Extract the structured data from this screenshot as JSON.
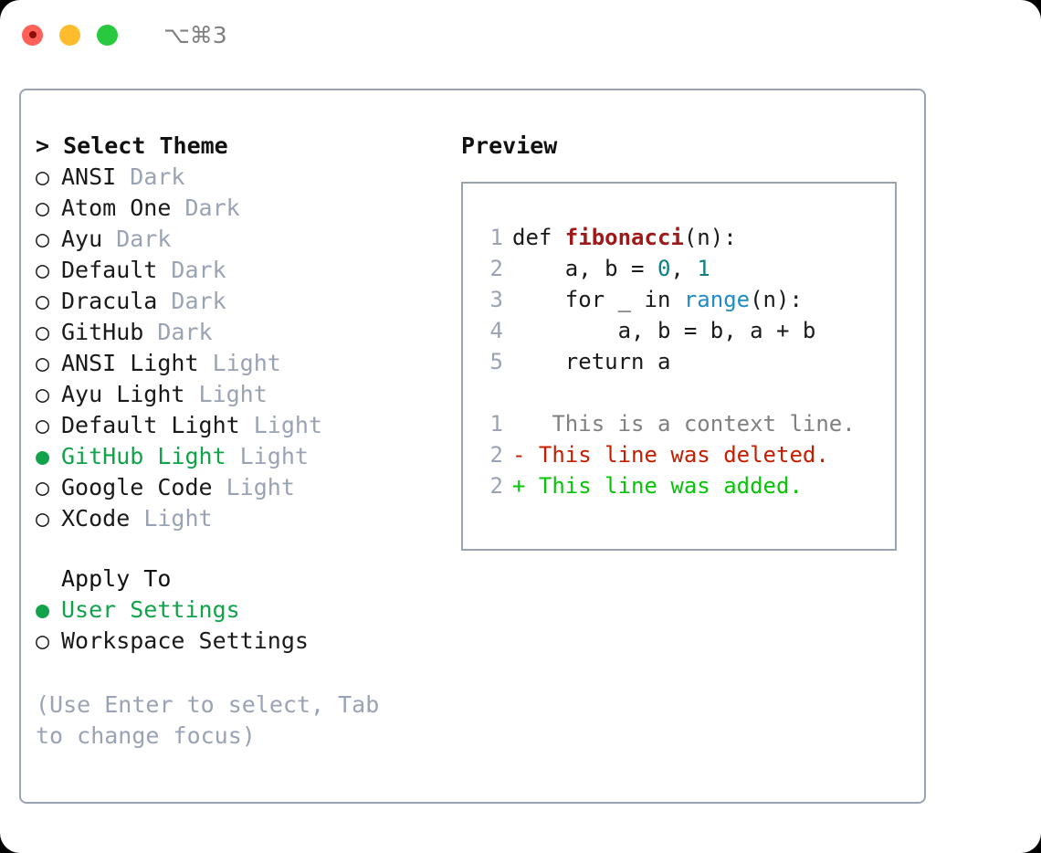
{
  "titlebar": {
    "shortcut": "⌥⌘3",
    "lights": [
      {
        "name": "close",
        "color": "#ff6159"
      },
      {
        "name": "minimize",
        "color": "#ffbd2e"
      },
      {
        "name": "maximize",
        "color": "#28c93f"
      }
    ]
  },
  "theme_list": {
    "header": "> Select Theme",
    "items": [
      {
        "marker": "○",
        "label": "ANSI",
        "tag": "Dark",
        "selected": false
      },
      {
        "marker": "○",
        "label": "Atom One",
        "tag": "Dark",
        "selected": false
      },
      {
        "marker": "○",
        "label": "Ayu",
        "tag": "Dark",
        "selected": false
      },
      {
        "marker": "○",
        "label": "Default",
        "tag": "Dark",
        "selected": false
      },
      {
        "marker": "○",
        "label": "Dracula",
        "tag": "Dark",
        "selected": false
      },
      {
        "marker": "○",
        "label": "GitHub",
        "tag": "Dark",
        "selected": false
      },
      {
        "marker": "○",
        "label": "ANSI Light",
        "tag": "Light",
        "selected": false
      },
      {
        "marker": "○",
        "label": "Ayu Light",
        "tag": "Light",
        "selected": false
      },
      {
        "marker": "○",
        "label": "Default Light",
        "tag": "Light",
        "selected": false
      },
      {
        "marker": "●",
        "label": "GitHub Light",
        "tag": "Light",
        "selected": true
      },
      {
        "marker": "○",
        "label": "Google Code",
        "tag": "Light",
        "selected": false
      },
      {
        "marker": "○",
        "label": "XCode",
        "tag": "Light",
        "selected": false
      }
    ]
  },
  "apply_to": {
    "header": "Apply To",
    "items": [
      {
        "marker": "●",
        "label": "User Settings",
        "selected": true
      },
      {
        "marker": "○",
        "label": "Workspace Settings",
        "selected": false
      }
    ]
  },
  "hint": "(Use Enter to select, Tab to change focus)",
  "preview": {
    "title": "Preview",
    "code_lines": [
      {
        "no": "1",
        "tokens": [
          {
            "t": "def ",
            "k": "def"
          },
          {
            "t": "fibonacci",
            "k": "fn"
          },
          {
            "t": "(n):",
            "k": "plain"
          }
        ]
      },
      {
        "no": "2",
        "tokens": [
          {
            "t": "    a, b = ",
            "k": "plain"
          },
          {
            "t": "0",
            "k": "num"
          },
          {
            "t": ", ",
            "k": "plain"
          },
          {
            "t": "1",
            "k": "num"
          }
        ]
      },
      {
        "no": "3",
        "tokens": [
          {
            "t": "    for _ in ",
            "k": "plain"
          },
          {
            "t": "range",
            "k": "builtin"
          },
          {
            "t": "(n):",
            "k": "plain"
          }
        ]
      },
      {
        "no": "4",
        "tokens": [
          {
            "t": "        a, b = b, a + b",
            "k": "plain"
          }
        ]
      },
      {
        "no": "5",
        "tokens": [
          {
            "t": "    return a",
            "k": "plain"
          }
        ]
      }
    ],
    "diff_lines": [
      {
        "no": "1",
        "sign": " ",
        "text": "  This is a context line.",
        "kind": "ctx"
      },
      {
        "no": "2",
        "sign": "-",
        "text": " This line was deleted.",
        "kind": "del"
      },
      {
        "no": "2",
        "sign": "+",
        "text": " This line was added.",
        "kind": "add"
      }
    ]
  },
  "colors": {
    "accent_green": "#12a24a",
    "muted": "#9aa3b4",
    "border": "#9aa3b2",
    "diff_add": "#07c407",
    "diff_del": "#c41e00",
    "code_fn": "#9e1a1a",
    "code_num": "#0b8080",
    "code_builtin": "#1f8cc4"
  }
}
